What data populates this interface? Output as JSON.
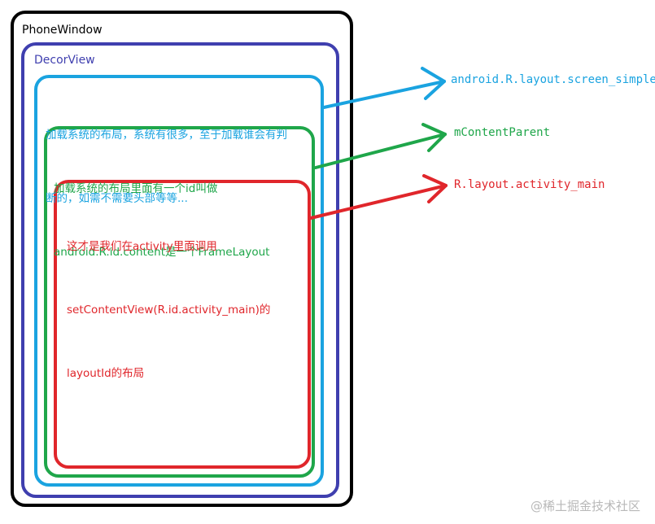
{
  "colors": {
    "phone_window": "#000000",
    "decor_view": "#3f3faf",
    "screen_simple": "#1aa3e0",
    "content_parent": "#1fa64a",
    "activity_main": "#e0262b"
  },
  "boxes": {
    "phone_window": {
      "label": "PhoneWindow"
    },
    "decor_view": {
      "label": "DecorView"
    },
    "screen_simple": {
      "lines": [
        "加载系统的布局，系统有很多，至于加载谁会有判",
        "断的，如需不需要头部等等..."
      ]
    },
    "content_parent": {
      "lines": [
        "加载系统的布局里面有一个id叫做",
        "android.R.id.content是一个FrameLayout"
      ]
    },
    "activity_main": {
      "lines": [
        "这才是我们在activity里面调用",
        "setContentView(R.id.activity_main)的",
        "layoutId的布局"
      ]
    }
  },
  "targets": {
    "screen_simple": "android.R.layout.screen_simple",
    "content_parent": "mContentParent",
    "activity_main": "R.layout.activity_main"
  },
  "watermark": "@稀土掘金技术社区"
}
